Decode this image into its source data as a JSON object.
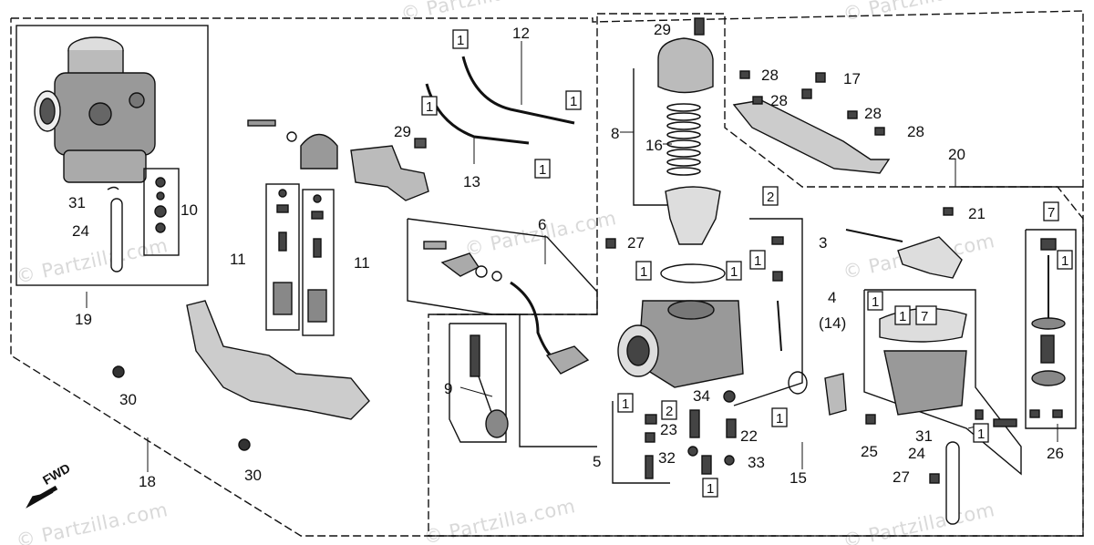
{
  "watermark": "© Partzilla.com",
  "forward_label": "FWD",
  "callouts": [
    "1",
    "2",
    "3",
    "4",
    "(14)",
    "5",
    "6",
    "7",
    "8",
    "9",
    "10",
    "11",
    "12",
    "13",
    "15",
    "16",
    "17",
    "18",
    "19",
    "20",
    "21",
    "22",
    "23",
    "24",
    "25",
    "26",
    "27",
    "28",
    "29",
    "30",
    "31",
    "32",
    "33",
    "34"
  ]
}
